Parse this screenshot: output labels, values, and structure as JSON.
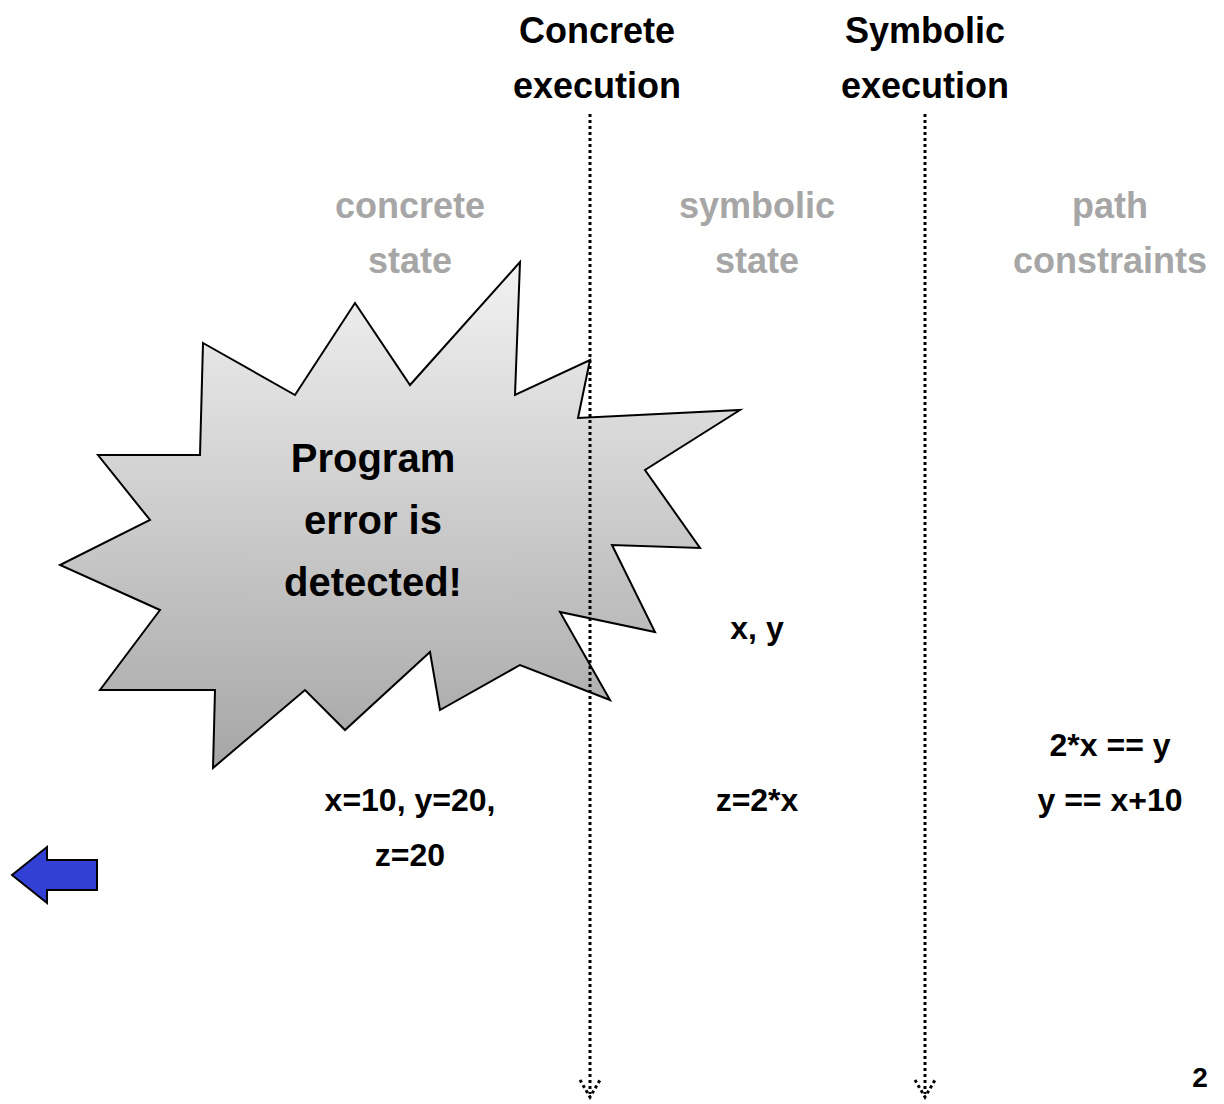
{
  "diagram": {
    "nodes": [
      {
        "text": [
          "Program error is detected!"
        ]
      }
    ],
    "labels": [
      "Concrete execution",
      "Symbolic execution",
      "concrete state",
      "symbolic state",
      "path constraints",
      "x, y",
      "2*x == y",
      "y == x+10",
      "x=10, y=20, z=20",
      "z=2*x",
      "2"
    ]
  }
}
